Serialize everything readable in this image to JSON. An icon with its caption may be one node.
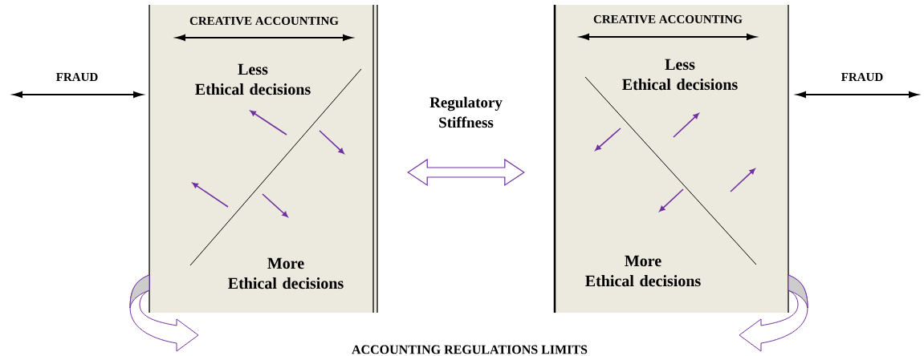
{
  "diagram": {
    "nodes": [
      {
        "text": [
          "CREATIVE ACCOUNTING",
          "Less Ethical decisions",
          "More Ethical decisions"
        ]
      },
      {
        "text": [
          "CREATIVE ACCOUNTING",
          "Less Ethical decisions",
          "More Ethical decisions"
        ]
      }
    ],
    "edges": [
      {
        "from": 0,
        "to": 1,
        "arrow": "both",
        "label": "Regulatory Stiffness"
      }
    ],
    "labels": [
      "FRAUD",
      "FRAUD",
      "ACCOUNTING REGULATIONS LIMITS"
    ]
  }
}
